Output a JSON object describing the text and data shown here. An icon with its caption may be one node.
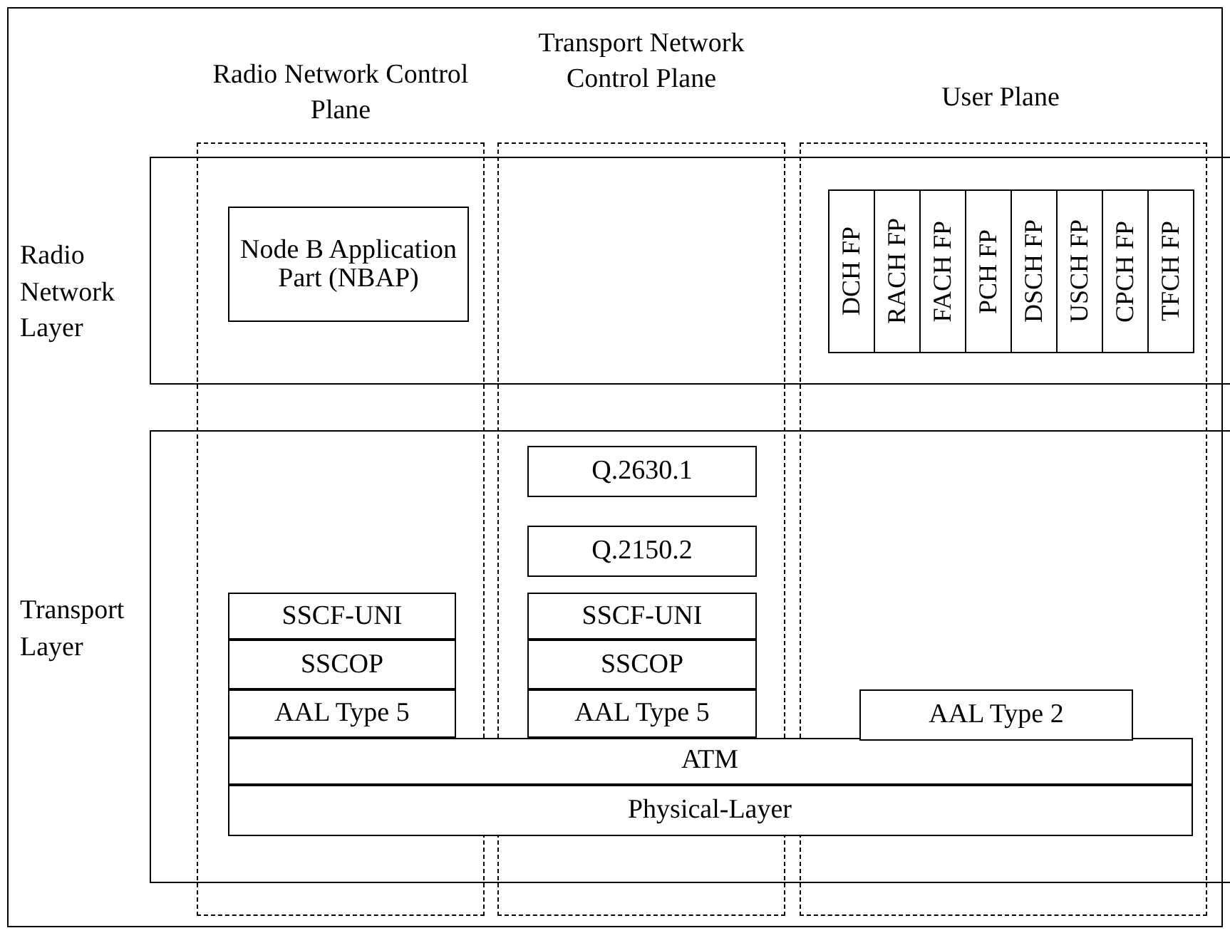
{
  "diagram": {
    "nodes": [
      {
        "text": [
          "Radio Network Control Plane"
        ]
      },
      {
        "text": [
          "Transport Network Control Plane"
        ]
      },
      {
        "text": [
          "User Plane"
        ]
      },
      {
        "text": [
          "Radio Network Layer"
        ]
      },
      {
        "text": [
          "Node B Application Part (NBAP)"
        ]
      },
      {
        "text": [
          "DCH FP"
        ]
      },
      {
        "text": [
          "RACH FP"
        ]
      },
      {
        "text": [
          "FACH FP"
        ]
      },
      {
        "text": [
          "PCH FP"
        ]
      },
      {
        "text": [
          "DSCH FP"
        ]
      },
      {
        "text": [
          "USCH FP"
        ]
      },
      {
        "text": [
          "CPCH FP"
        ]
      },
      {
        "text": [
          "TFCH FP"
        ]
      },
      {
        "text": [
          "Transport Layer"
        ]
      },
      {
        "text": [
          "Q.2630.1"
        ]
      },
      {
        "text": [
          "Q.2150.2"
        ]
      },
      {
        "text": [
          "SSCF-UNI"
        ]
      },
      {
        "text": [
          "SSCF-UNI"
        ]
      },
      {
        "text": [
          "SSCOP"
        ]
      },
      {
        "text": [
          "SSCOP"
        ]
      },
      {
        "text": [
          "AAL Type 5"
        ]
      },
      {
        "text": [
          "AAL Type 5"
        ]
      },
      {
        "text": [
          "AAL Type 2"
        ]
      },
      {
        "text": [
          "ATM"
        ],
        "in": 13
      },
      {
        "text": [
          "Physical-Layer"
        ],
        "in": 13
      }
    ]
  }
}
